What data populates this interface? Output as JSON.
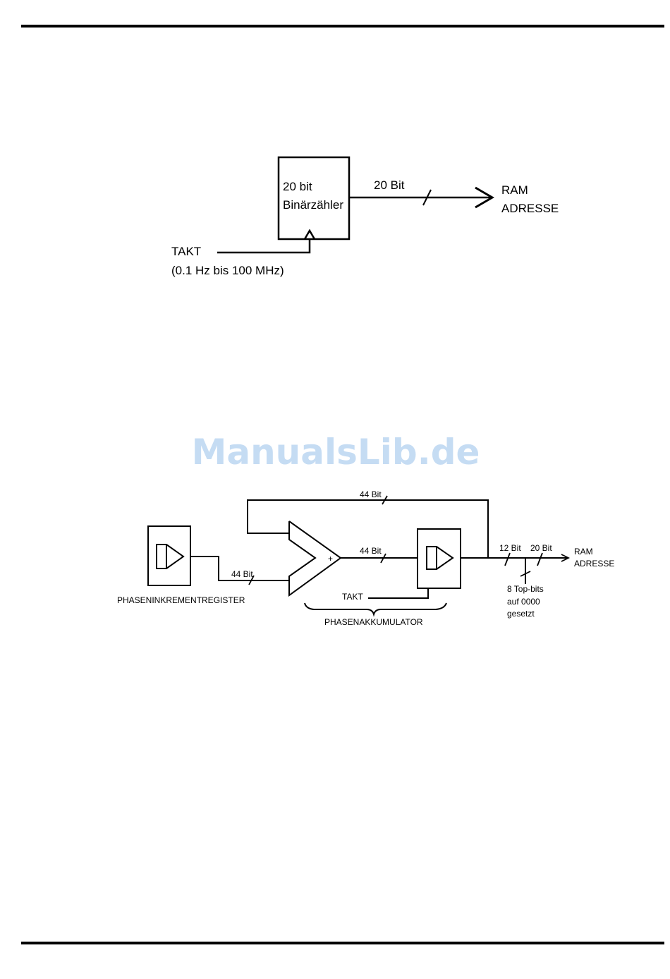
{
  "watermark": "ManualsLib.de",
  "diagram1": {
    "counter_line1": "20 bit",
    "counter_line2": "Binärzähler",
    "bus_label": "20 Bit",
    "out_line1": "RAM",
    "out_line2": "ADRESSE",
    "clock_label": "TAKT",
    "clock_range": "(0.1 Hz bis 100 MHz)"
  },
  "diagram2": {
    "register_label": "PHASENINKREMENTREGISTER",
    "input_bus": "44 Bit",
    "feedback_bus": "44 Bit",
    "sum_bus": "44 Bit",
    "plus_sign": "+",
    "clock_label": "TAKT",
    "accumulator_label": "PHASENAKKUMULATOR",
    "bus_12": "12 Bit",
    "bus_20": "20 Bit",
    "out_line1": "RAM",
    "out_line2": "ADRESSE",
    "note_line1": "8 Top-bits",
    "note_line2": "auf 0000",
    "note_line3": "gesetzt"
  }
}
